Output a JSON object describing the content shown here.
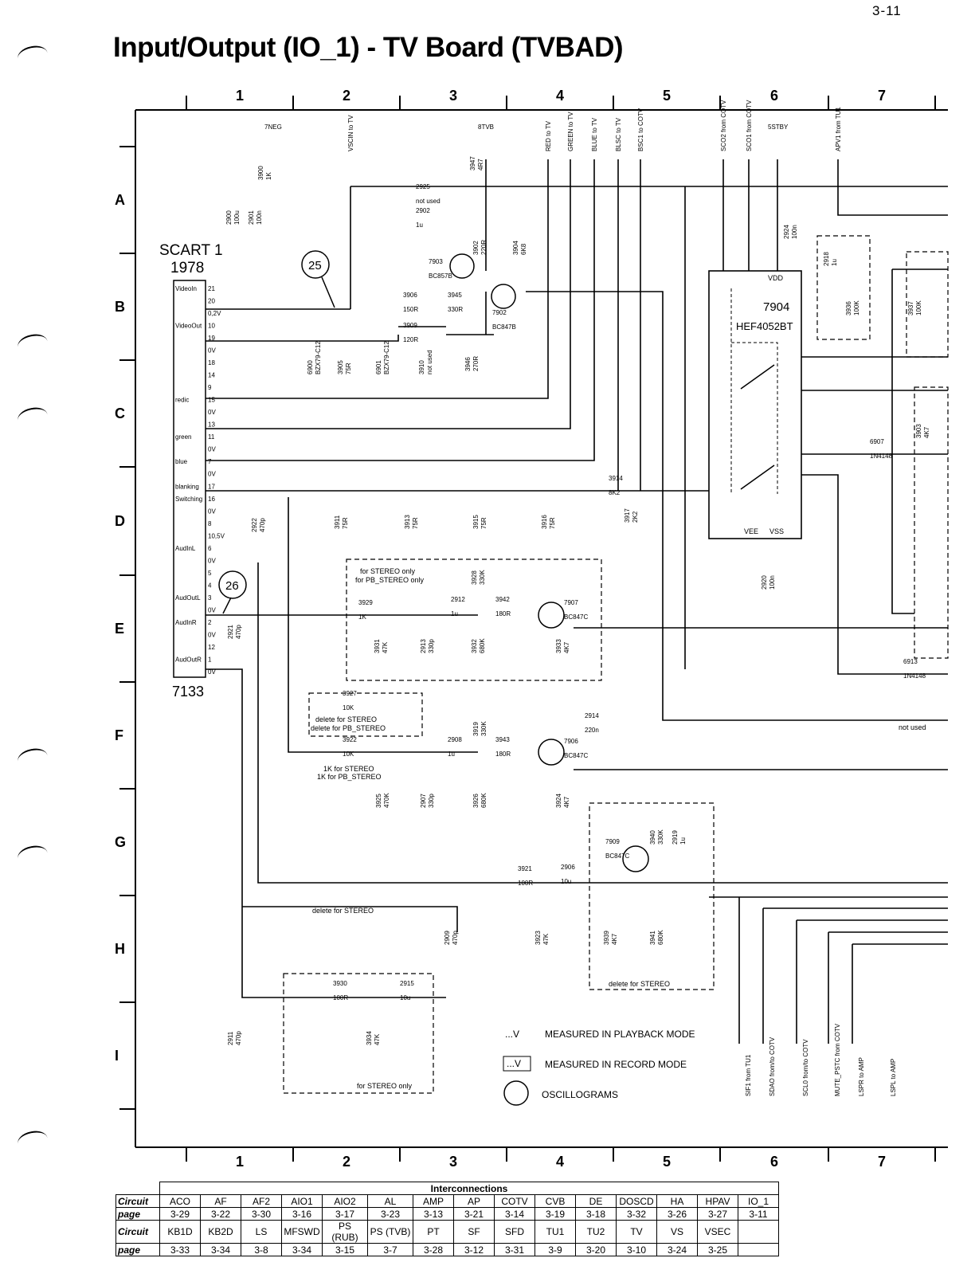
{
  "page_number": "3-11",
  "title": "Input/Output (IO_1) - TV Board (TVBAD)",
  "grid": {
    "columns": [
      "1",
      "2",
      "3",
      "4",
      "5",
      "6",
      "7"
    ],
    "rows": [
      "A",
      "B",
      "C",
      "D",
      "E",
      "F",
      "G",
      "H",
      "I"
    ]
  },
  "scart": {
    "name": "SCART 1",
    "ref": "1978",
    "ic": "7133",
    "pins": [
      {
        "label": "VideoIn",
        "num": "21"
      },
      {
        "label": "",
        "num": "20"
      },
      {
        "label": "",
        "num": "0,2V"
      },
      {
        "label": "VideoOut",
        "num": "10"
      },
      {
        "label": "",
        "num": "19"
      },
      {
        "label": "",
        "num": "0V"
      },
      {
        "label": "",
        "num": "18"
      },
      {
        "label": "",
        "num": "14"
      },
      {
        "label": "",
        "num": "9"
      },
      {
        "label": "redic",
        "num": "15"
      },
      {
        "label": "",
        "num": "0V"
      },
      {
        "label": "",
        "num": "13"
      },
      {
        "label": "green",
        "num": "11"
      },
      {
        "label": "",
        "num": "0V"
      },
      {
        "label": "blue",
        "num": "7"
      },
      {
        "label": "",
        "num": "0V"
      },
      {
        "label": "blanking",
        "num": "17"
      },
      {
        "label": "Switching",
        "num": "16"
      },
      {
        "label": "",
        "num": "0V"
      },
      {
        "label": "",
        "num": "8"
      },
      {
        "label": "",
        "num": "10,5V"
      },
      {
        "label": "AudInL",
        "num": "6"
      },
      {
        "label": "",
        "num": "0V"
      },
      {
        "label": "",
        "num": "5"
      },
      {
        "label": "",
        "num": "4"
      },
      {
        "label": "AudOutL",
        "num": "3"
      },
      {
        "label": "",
        "num": "0V"
      },
      {
        "label": "AudInR",
        "num": "2"
      },
      {
        "label": "",
        "num": "0V"
      },
      {
        "label": "",
        "num": "12"
      },
      {
        "label": "AudOutR",
        "num": "1"
      },
      {
        "label": "",
        "num": "0V"
      }
    ]
  },
  "oscillograms": [
    "25",
    "26"
  ],
  "ic7904": {
    "ref": "7904",
    "part": "HEF4052BT",
    "vdd": "VDD",
    "vee": "VEE",
    "vss": "VSS"
  },
  "top_signals": [
    {
      "name": "7NEG"
    },
    {
      "name": "VSCIN to TV"
    },
    {
      "name": "8TVB"
    },
    {
      "name": "RED to TV"
    },
    {
      "name": "GREEN to TV"
    },
    {
      "name": "BLUE to TV"
    },
    {
      "name": "BLSC to TV"
    },
    {
      "name": "BSC1 to COTV"
    },
    {
      "name": "SCO2 from COTV"
    },
    {
      "name": "SCO1 from COTV"
    },
    {
      "name": "5STBY"
    },
    {
      "name": "APV1 from TU1"
    }
  ],
  "components": [
    {
      "ref": "3900",
      "value": "1K"
    },
    {
      "ref": "2900",
      "value": "100u"
    },
    {
      "ref": "2901",
      "value": "100n"
    },
    {
      "ref": "3947",
      "value": "4R7"
    },
    {
      "ref": "2925",
      "value": "not used"
    },
    {
      "ref": "2902",
      "value": "1u"
    },
    {
      "ref": "3902",
      "value": "220R"
    },
    {
      "ref": "3904",
      "value": "6K8"
    },
    {
      "ref": "7903",
      "value": "BC857B"
    },
    {
      "ref": "7902",
      "value": "BC847B"
    },
    {
      "ref": "3906",
      "value": "150R"
    },
    {
      "ref": "3945",
      "value": "330R"
    },
    {
      "ref": "3909",
      "value": "120R"
    },
    {
      "ref": "3910",
      "value": "not used"
    },
    {
      "ref": "3946",
      "value": "270R"
    },
    {
      "ref": "3905",
      "value": "75R"
    },
    {
      "ref": "6900",
      "value": "BZX79-C12"
    },
    {
      "ref": "6901",
      "value": "BZX79-C12"
    },
    {
      "ref": "3914",
      "value": "8K2"
    },
    {
      "ref": "3917",
      "value": "2K2"
    },
    {
      "ref": "3911",
      "value": "75R"
    },
    {
      "ref": "3913",
      "value": "75R"
    },
    {
      "ref": "3915",
      "value": "75R"
    },
    {
      "ref": "3916",
      "value": "75R"
    },
    {
      "ref": "2922",
      "value": "470p"
    },
    {
      "ref": "3929",
      "value": "1K"
    },
    {
      "ref": "2912",
      "value": "1u"
    },
    {
      "ref": "3928",
      "value": "330K"
    },
    {
      "ref": "3942",
      "value": "180R"
    },
    {
      "ref": "7907",
      "value": "BC847C"
    },
    {
      "ref": "3931",
      "value": "47K"
    },
    {
      "ref": "2913",
      "value": "330p"
    },
    {
      "ref": "3932",
      "value": "680K"
    },
    {
      "ref": "3933",
      "value": "4K7"
    },
    {
      "ref": "2921",
      "value": "470p"
    },
    {
      "ref": "3927",
      "value": "10K"
    },
    {
      "ref": "3922",
      "value": "10K"
    },
    {
      "ref": "2908",
      "value": "1u"
    },
    {
      "ref": "3919",
      "value": "330K"
    },
    {
      "ref": "3943",
      "value": "180R"
    },
    {
      "ref": "7906",
      "value": "BC847C"
    },
    {
      "ref": "2914",
      "value": "220n"
    },
    {
      "ref": "3925",
      "value": "470K"
    },
    {
      "ref": "2907",
      "value": "330p"
    },
    {
      "ref": "3926",
      "value": "680K"
    },
    {
      "ref": "3924",
      "value": "4K7"
    },
    {
      "ref": "7909",
      "value": "BC847C"
    },
    {
      "ref": "3940",
      "value": "330K"
    },
    {
      "ref": "2919",
      "value": "1u"
    },
    {
      "ref": "3921",
      "value": "100R"
    },
    {
      "ref": "2906",
      "value": "10u"
    },
    {
      "ref": "2909",
      "value": "470p"
    },
    {
      "ref": "3923",
      "value": "47K"
    },
    {
      "ref": "3939",
      "value": "4K7"
    },
    {
      "ref": "3941",
      "value": "680K"
    },
    {
      "ref": "3930",
      "value": "100R"
    },
    {
      "ref": "2915",
      "value": "10u"
    },
    {
      "ref": "2911",
      "value": "470p"
    },
    {
      "ref": "3934",
      "value": "47K"
    },
    {
      "ref": "2920",
      "value": "100n"
    },
    {
      "ref": "2924",
      "value": "100n"
    },
    {
      "ref": "2918",
      "value": "1u"
    },
    {
      "ref": "3936",
      "value": "100K"
    },
    {
      "ref": "3937",
      "value": "100K"
    },
    {
      "ref": "3903",
      "value": "4K7"
    },
    {
      "ref": "6907",
      "value": "1N4148"
    },
    {
      "ref": "6913",
      "value": "1N4148"
    }
  ],
  "notes": {
    "stereo_only": "for STEREO only",
    "pb_stereo_only": "for PB_STEREO only",
    "delete_stereo": "delete for STEREO",
    "delete_pb_stereo": "delete for PB_STEREO",
    "k1_stereo": "1K for STEREO",
    "k1_pb": "1K for PB_STEREO",
    "not_used": "not used"
  },
  "legend": [
    {
      "symbol": "...V",
      "text": "MEASURED IN PLAYBACK MODE"
    },
    {
      "symbol": "...V",
      "text": "MEASURED IN RECORD MODE"
    },
    {
      "symbol": "",
      "text": "OSCILLOGRAMS"
    }
  ],
  "bottom_signals": [
    "SIF1 from TU1",
    "SDAO from/to COTV",
    "SCL0 from/to COTV",
    "MUTE_PSTC from COTV",
    "LSPR to AMP",
    "LSPL to AMP"
  ],
  "interconnections": {
    "title": "Interconnections",
    "rows": [
      {
        "head": "Circuit",
        "cells": [
          "ACO",
          "AF",
          "AF2",
          "AIO1",
          "AIO2",
          "AL",
          "AMP",
          "AP",
          "COTV",
          "CVB",
          "DE",
          "DOSCD",
          "HA",
          "HPAV",
          "IO_1"
        ]
      },
      {
        "head": "page",
        "cells": [
          "3-29",
          "3-22",
          "3-30",
          "3-16",
          "3-17",
          "3-23",
          "3-13",
          "3-21",
          "3-14",
          "3-19",
          "3-18",
          "3-32",
          "3-26",
          "3-27",
          "3-11"
        ]
      },
      {
        "head": "Circuit",
        "cells": [
          "KB1D",
          "KB2D",
          "LS",
          "MFSWD",
          "PS (RUB)",
          "PS (TVB)",
          "PT",
          "SF",
          "SFD",
          "TU1",
          "TU2",
          "TV",
          "VS",
          "VSEC",
          ""
        ]
      },
      {
        "head": "page",
        "cells": [
          "3-33",
          "3-34",
          "3-8",
          "3-34",
          "3-15",
          "3-7",
          "3-28",
          "3-12",
          "3-31",
          "3-9",
          "3-20",
          "3-10",
          "3-24",
          "3-25",
          ""
        ]
      }
    ]
  }
}
